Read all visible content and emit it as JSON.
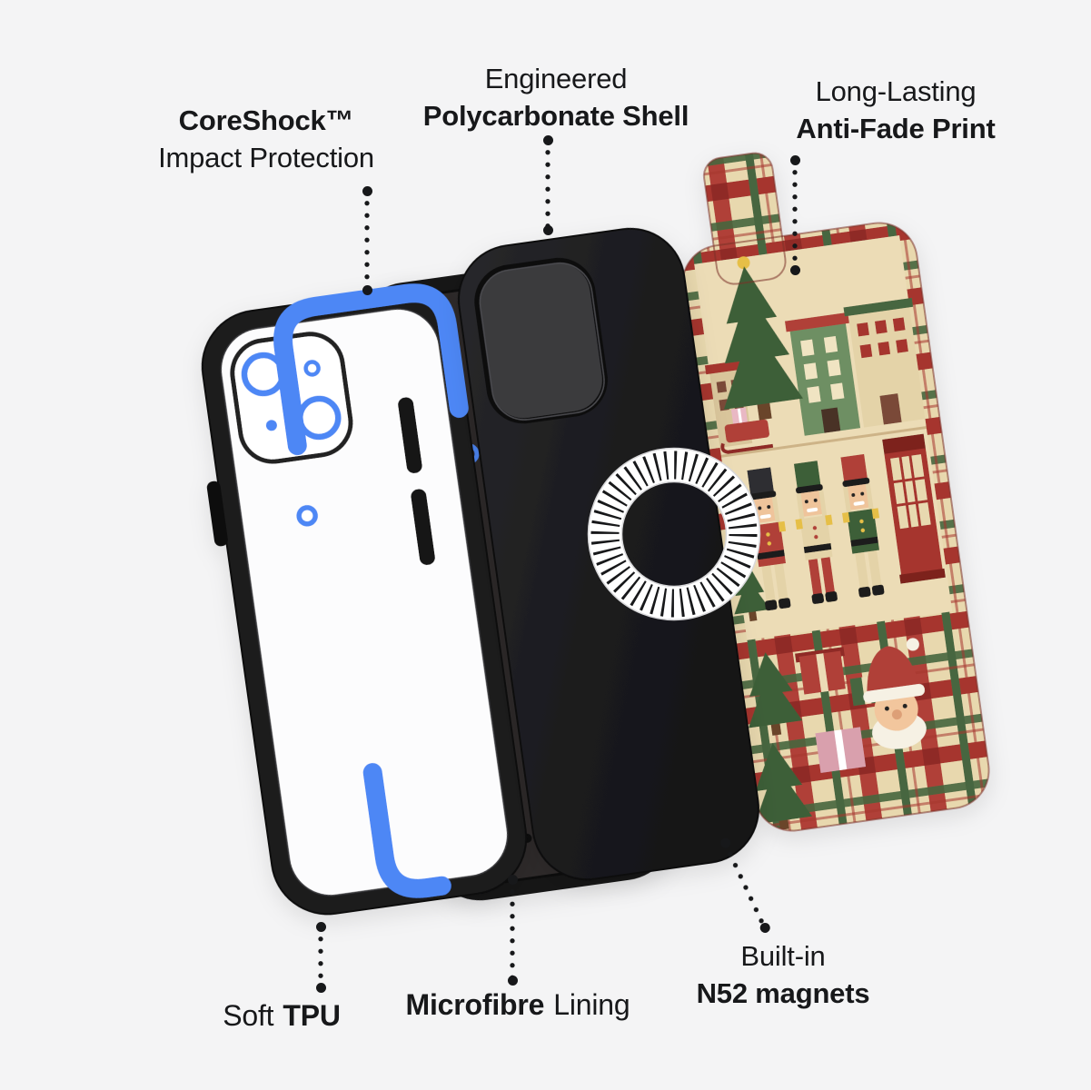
{
  "colors": {
    "background": "#f4f4f5",
    "text": "#17181a",
    "accent_blue": "#4d87f5",
    "case_black": "#1d1d1f",
    "plaid_red": "#a6352f",
    "plaid_green": "#47663f",
    "plaid_cream": "#e8d8ae"
  },
  "callouts": {
    "coreshock": {
      "line1": "CoreShock™",
      "line2": "Impact Protection"
    },
    "shell": {
      "line1": "Engineered",
      "line2": "Polycarbonate Shell"
    },
    "print": {
      "line1": "Long-Lasting",
      "line2": "Anti-Fade Print"
    },
    "tpu": {
      "word1": "Soft",
      "word2": "TPU"
    },
    "microfibre": {
      "word1": "Microfibre",
      "word2": "Lining"
    },
    "magnets": {
      "line1": "Built-in",
      "line2": "N52 magnets"
    }
  },
  "parts": [
    {
      "name": "soft-tpu-bumper-case"
    },
    {
      "name": "microfibre-lining-shell"
    },
    {
      "name": "engineered-polycarbonate-shell"
    },
    {
      "name": "n52-magnet-ring"
    },
    {
      "name": "anti-fade-print-panel"
    }
  ]
}
